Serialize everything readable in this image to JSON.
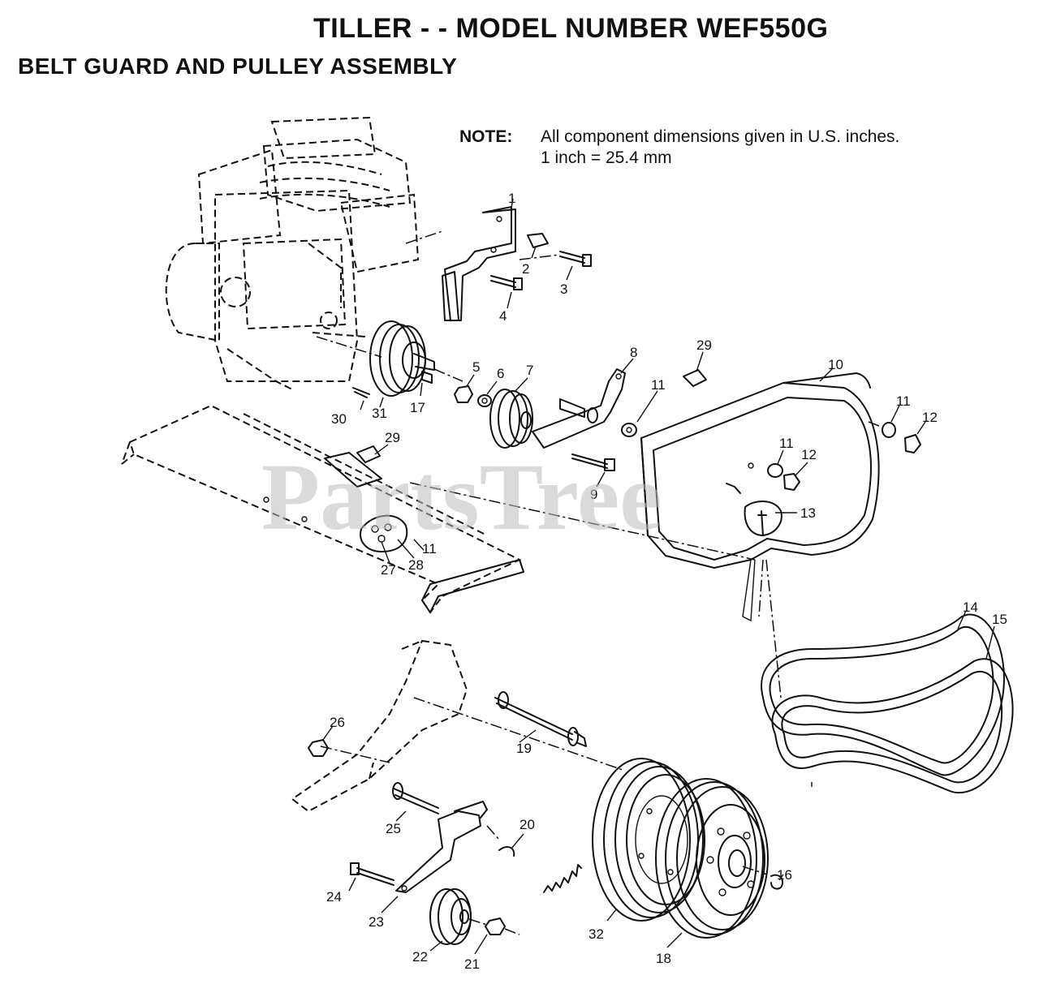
{
  "title": "TILLER - - MODEL NUMBER WEF550G",
  "section": "BELT GUARD AND PULLEY ASSEMBLY",
  "note": {
    "label": "NOTE:",
    "line1": "All component dimensions given in U.S. inches.",
    "line2": "1 inch = 25.4 mm"
  },
  "watermark": "PartsTree",
  "callouts": {
    "p1": "1",
    "p2": "2",
    "p3": "3",
    "p4": "4",
    "p5": "5",
    "p6": "6",
    "p7": "7",
    "p8": "8",
    "p9": "9",
    "p10": "10",
    "p11a": "11",
    "p11b": "11",
    "p11c": "11",
    "p11d": "11",
    "p12a": "12",
    "p12b": "12",
    "p13": "13",
    "p14": "14",
    "p15": "15",
    "p16": "16",
    "p17": "17",
    "p18": "18",
    "p19": "19",
    "p20": "20",
    "p21": "21",
    "p22": "22",
    "p23": "23",
    "p24": "24",
    "p25": "25",
    "p26": "26",
    "p27": "27",
    "p28": "28",
    "p29a": "29",
    "p29b": "29",
    "p30": "30",
    "p31": "31",
    "p32": "32"
  }
}
